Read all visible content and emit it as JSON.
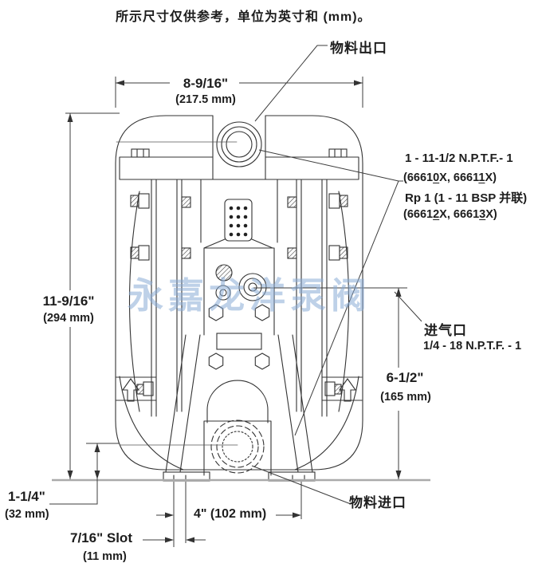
{
  "title": "所示尺寸仅供参考，单位为英寸和 (mm)。",
  "labels": {
    "outlet": "物料出口",
    "inlet": "物料进口",
    "air_inlet": "进气口",
    "air_inlet_spec": "1/4 - 18 N.P.T.F. - 1"
  },
  "port_spec": {
    "line1": "1 - 11-1/2 N.P.T.F.- 1",
    "line2": {
      "pre": "(6661",
      "u1": "0",
      "mid": "X, 6661",
      "u2": "1",
      "post": "X)"
    },
    "line3": "Rp 1 (1 - 11 BSP 并联)",
    "line4": {
      "pre": "(6661",
      "u1": "2",
      "mid": "X, 6661",
      "u2": "3",
      "post": "X)"
    }
  },
  "dimensions": {
    "width": {
      "in": "8-9/16\"",
      "mm": "(217.5 mm)"
    },
    "height": {
      "in": "11-9/16\"",
      "mm": "(294 mm)"
    },
    "air_height": {
      "in": "6-1/2\"",
      "mm": "(165 mm)"
    },
    "clearance": {
      "in": "1-1/4\"",
      "mm": "(32 mm)"
    },
    "foot_span": "4\" (102 mm)",
    "slot": {
      "label": "7/16\" Slot",
      "mm": "(11 mm)"
    }
  },
  "watermark": "永嘉龙洋泵阀",
  "colors": {
    "line": "#333333",
    "dimension": "#3d3d3d",
    "ground": "#aaaaaa",
    "watermark": "#88acd6"
  }
}
